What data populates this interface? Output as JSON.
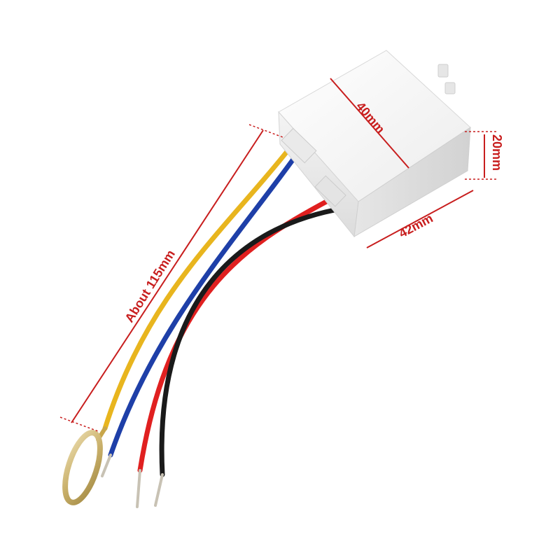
{
  "product": {
    "wire_colors": {
      "yellow": "#e8b51e",
      "blue": "#1e3fa8",
      "black": "#1a1a1a",
      "red": "#e02020"
    },
    "housing_color": "#f2f2f2",
    "accent_color": "#c81e1e"
  },
  "dimensions": {
    "length_label": "40mm",
    "width_label": "42mm",
    "height_label": "20mm",
    "wire_length_label": "About 115mm"
  }
}
